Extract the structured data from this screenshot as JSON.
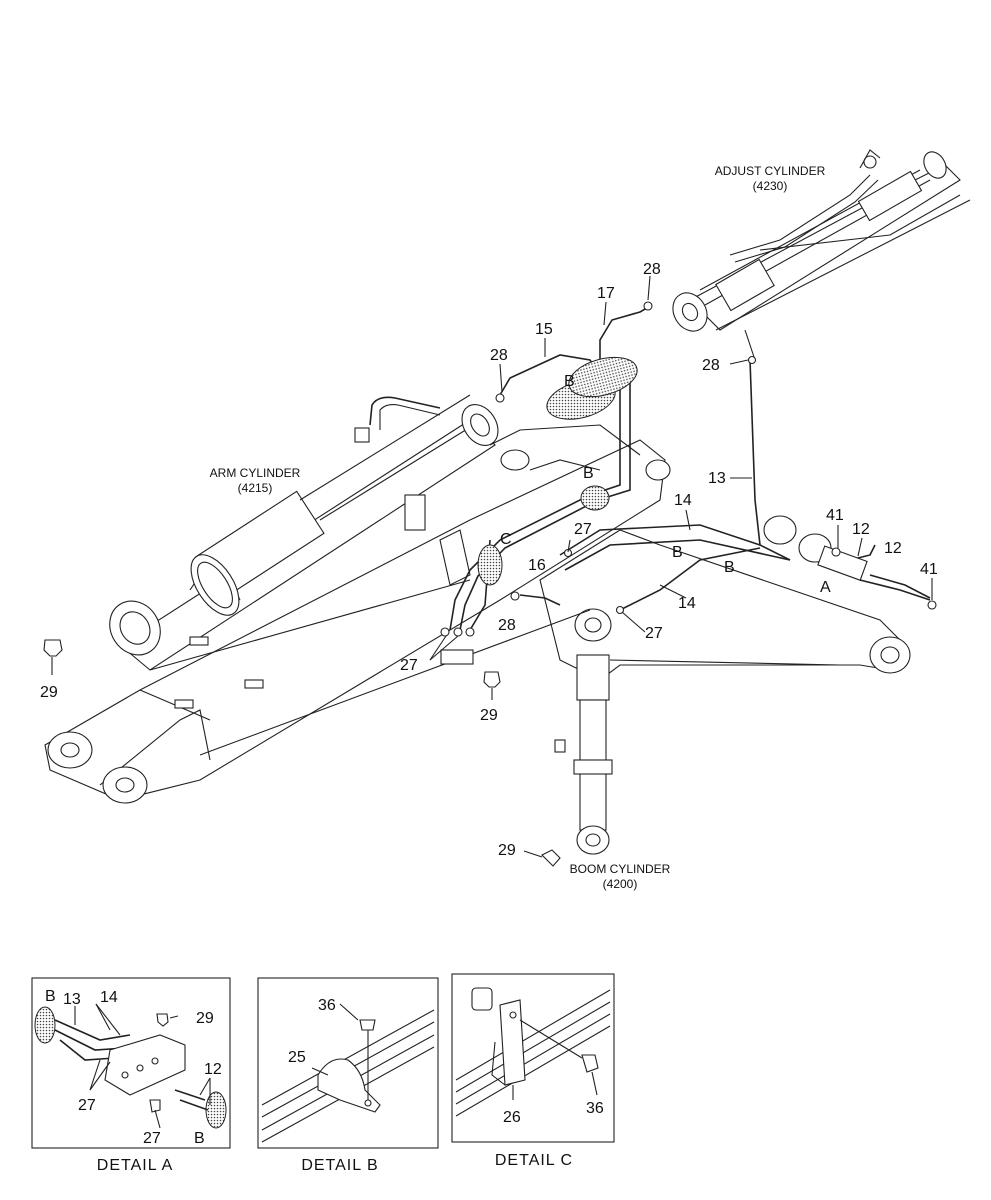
{
  "assemblies": {
    "adjust_cylinder": {
      "name": "ADJUST CYLINDER",
      "code": "(4230)"
    },
    "arm_cylinder": {
      "name": "ARM CYLINDER",
      "code": "(4215)"
    },
    "boom_cylinder": {
      "name": "BOOM CYLINDER",
      "code": "(4200)"
    }
  },
  "callouts": {
    "p12": "12",
    "p13": "13",
    "p14": "14",
    "p15": "15",
    "p16": "16",
    "p17": "17",
    "p25": "25",
    "p26": "26",
    "p27": "27",
    "p28": "28",
    "p29": "29",
    "p36": "36",
    "p41": "41",
    "A": "A",
    "B": "B",
    "C": "C"
  },
  "details": {
    "a": {
      "title": "DETAIL  A"
    },
    "b": {
      "title": "DETAIL  B"
    },
    "c": {
      "title": "DETAIL  C"
    }
  }
}
